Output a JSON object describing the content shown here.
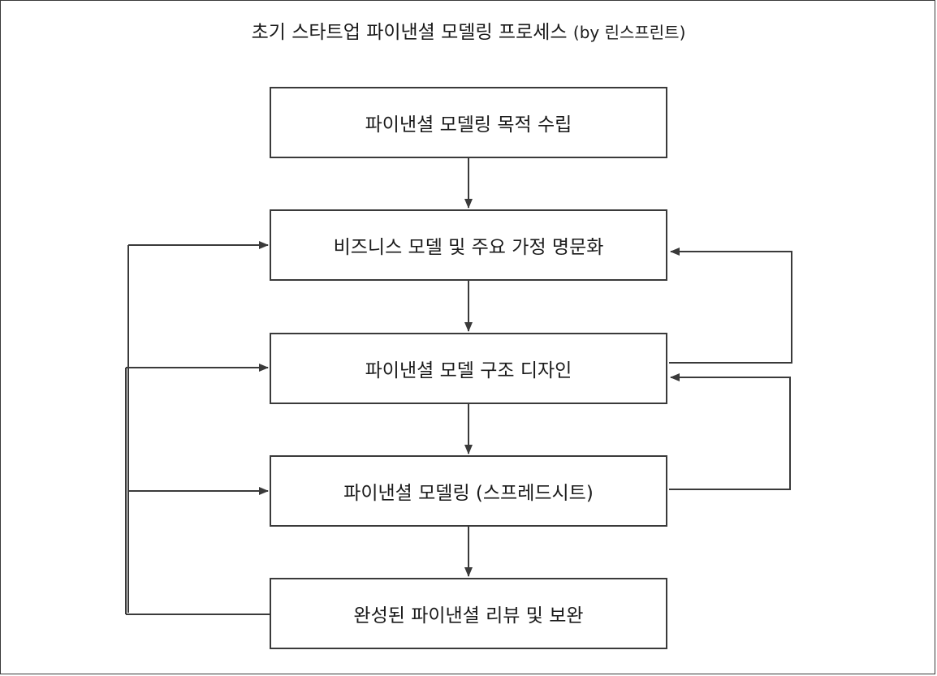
{
  "title": {
    "main": "초기 스타트업 파이낸셜 모델링 프로세스",
    "sub": "(by 린스프린트)"
  },
  "steps": [
    {
      "label": "파이낸셜 모델링 목적 수립"
    },
    {
      "label": "비즈니스 모델 및 주요 가정 명문화"
    },
    {
      "label": "파이낸셜 모델 구조 디자인"
    },
    {
      "label": "파이낸셜 모델링 (스프레드시트)"
    },
    {
      "label": "완성된 파이낸셜 리뷰 및 보완"
    }
  ],
  "colors": {
    "line": "#3a3a3a",
    "text": "#1a1a1a",
    "background": "#ffffff"
  }
}
